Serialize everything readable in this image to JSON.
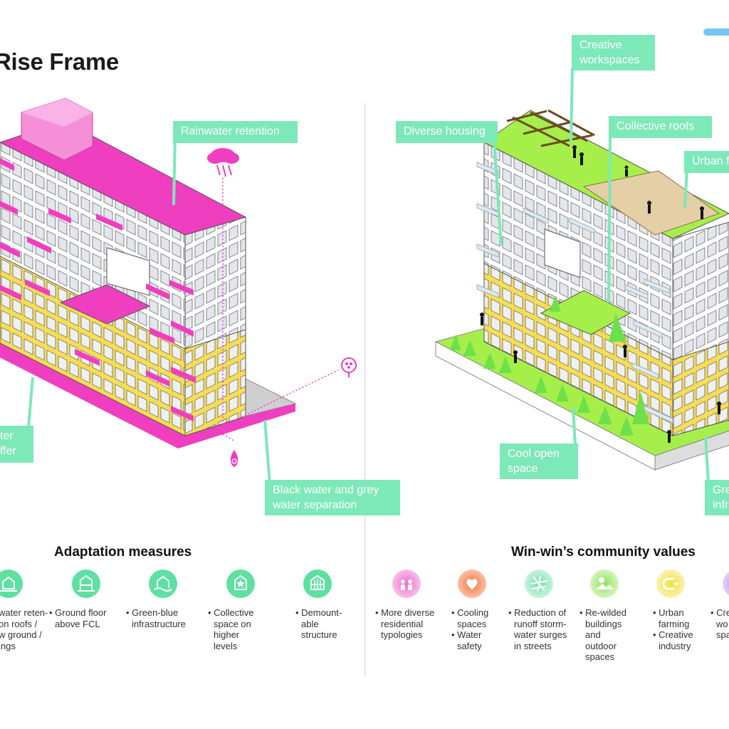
{
  "page": {
    "title": "Rise Frame"
  },
  "left": {
    "callouts": {
      "rainwater": "Rainwater retention",
      "buffer_line1": "ter",
      "buffer_line2": "ffer",
      "water_line1": "Black water and grey",
      "water_line2": "water separation"
    },
    "section_title": "Adaptation measures",
    "items": [
      {
        "icon": "building-on-ground-icon",
        "lines": [
          "water reten-",
          "on roofs /",
          "w ground /",
          "ings"
        ]
      },
      {
        "icon": "raised-floor-icon",
        "lines": [
          "• Ground floor",
          "above FCL"
        ]
      },
      {
        "icon": "green-blue-infrastructure-icon",
        "lines": [
          "• Green-blue",
          "infrastructure"
        ]
      },
      {
        "icon": "collective-space-star-icon",
        "lines": [
          "• Collective",
          "space on",
          "higher",
          "levels"
        ]
      },
      {
        "icon": "demountable-structure-icon",
        "lines": [
          "• Demount-",
          "able",
          "structure"
        ]
      }
    ]
  },
  "right": {
    "callouts": {
      "creative_line1": "Creative",
      "creative_line2": "workspaces",
      "diverse": "Diverse housing",
      "roofs": "Collective roofs",
      "urban": "Urban f",
      "cool_line1": "Cool open",
      "cool_line2": "space",
      "green_line1": "Gre",
      "green_line2": "infr"
    },
    "section_title": "Win-win’s community values",
    "items": [
      {
        "icon": "people-icon",
        "lines": [
          "• More diverse",
          "residential",
          "typologies"
        ]
      },
      {
        "icon": "heart-icon",
        "lines": [
          "• Cooling",
          "spaces",
          "• Water",
          "safety"
        ]
      },
      {
        "icon": "street-grid-icon",
        "lines": [
          "• Reduction of",
          "runoff storm-",
          "water surges",
          "in streets"
        ]
      },
      {
        "icon": "landscape-icon",
        "lines": [
          "• Re-wilded",
          "buildings",
          "and",
          "outdoor",
          "spaces"
        ]
      },
      {
        "icon": "urban-farming-icon",
        "lines": [
          "• Urban",
          "farming",
          "• Creative",
          "industry"
        ]
      },
      {
        "icon": "workspace-icon",
        "lines": [
          "• Cre",
          "wo",
          "spa"
        ]
      }
    ]
  },
  "colors": {
    "callout": "#7de8b8",
    "magenta": "#f03ec0",
    "yellow": "#f7dd55",
    "green": "#a6ef4a",
    "window": "#e3e6ec"
  }
}
